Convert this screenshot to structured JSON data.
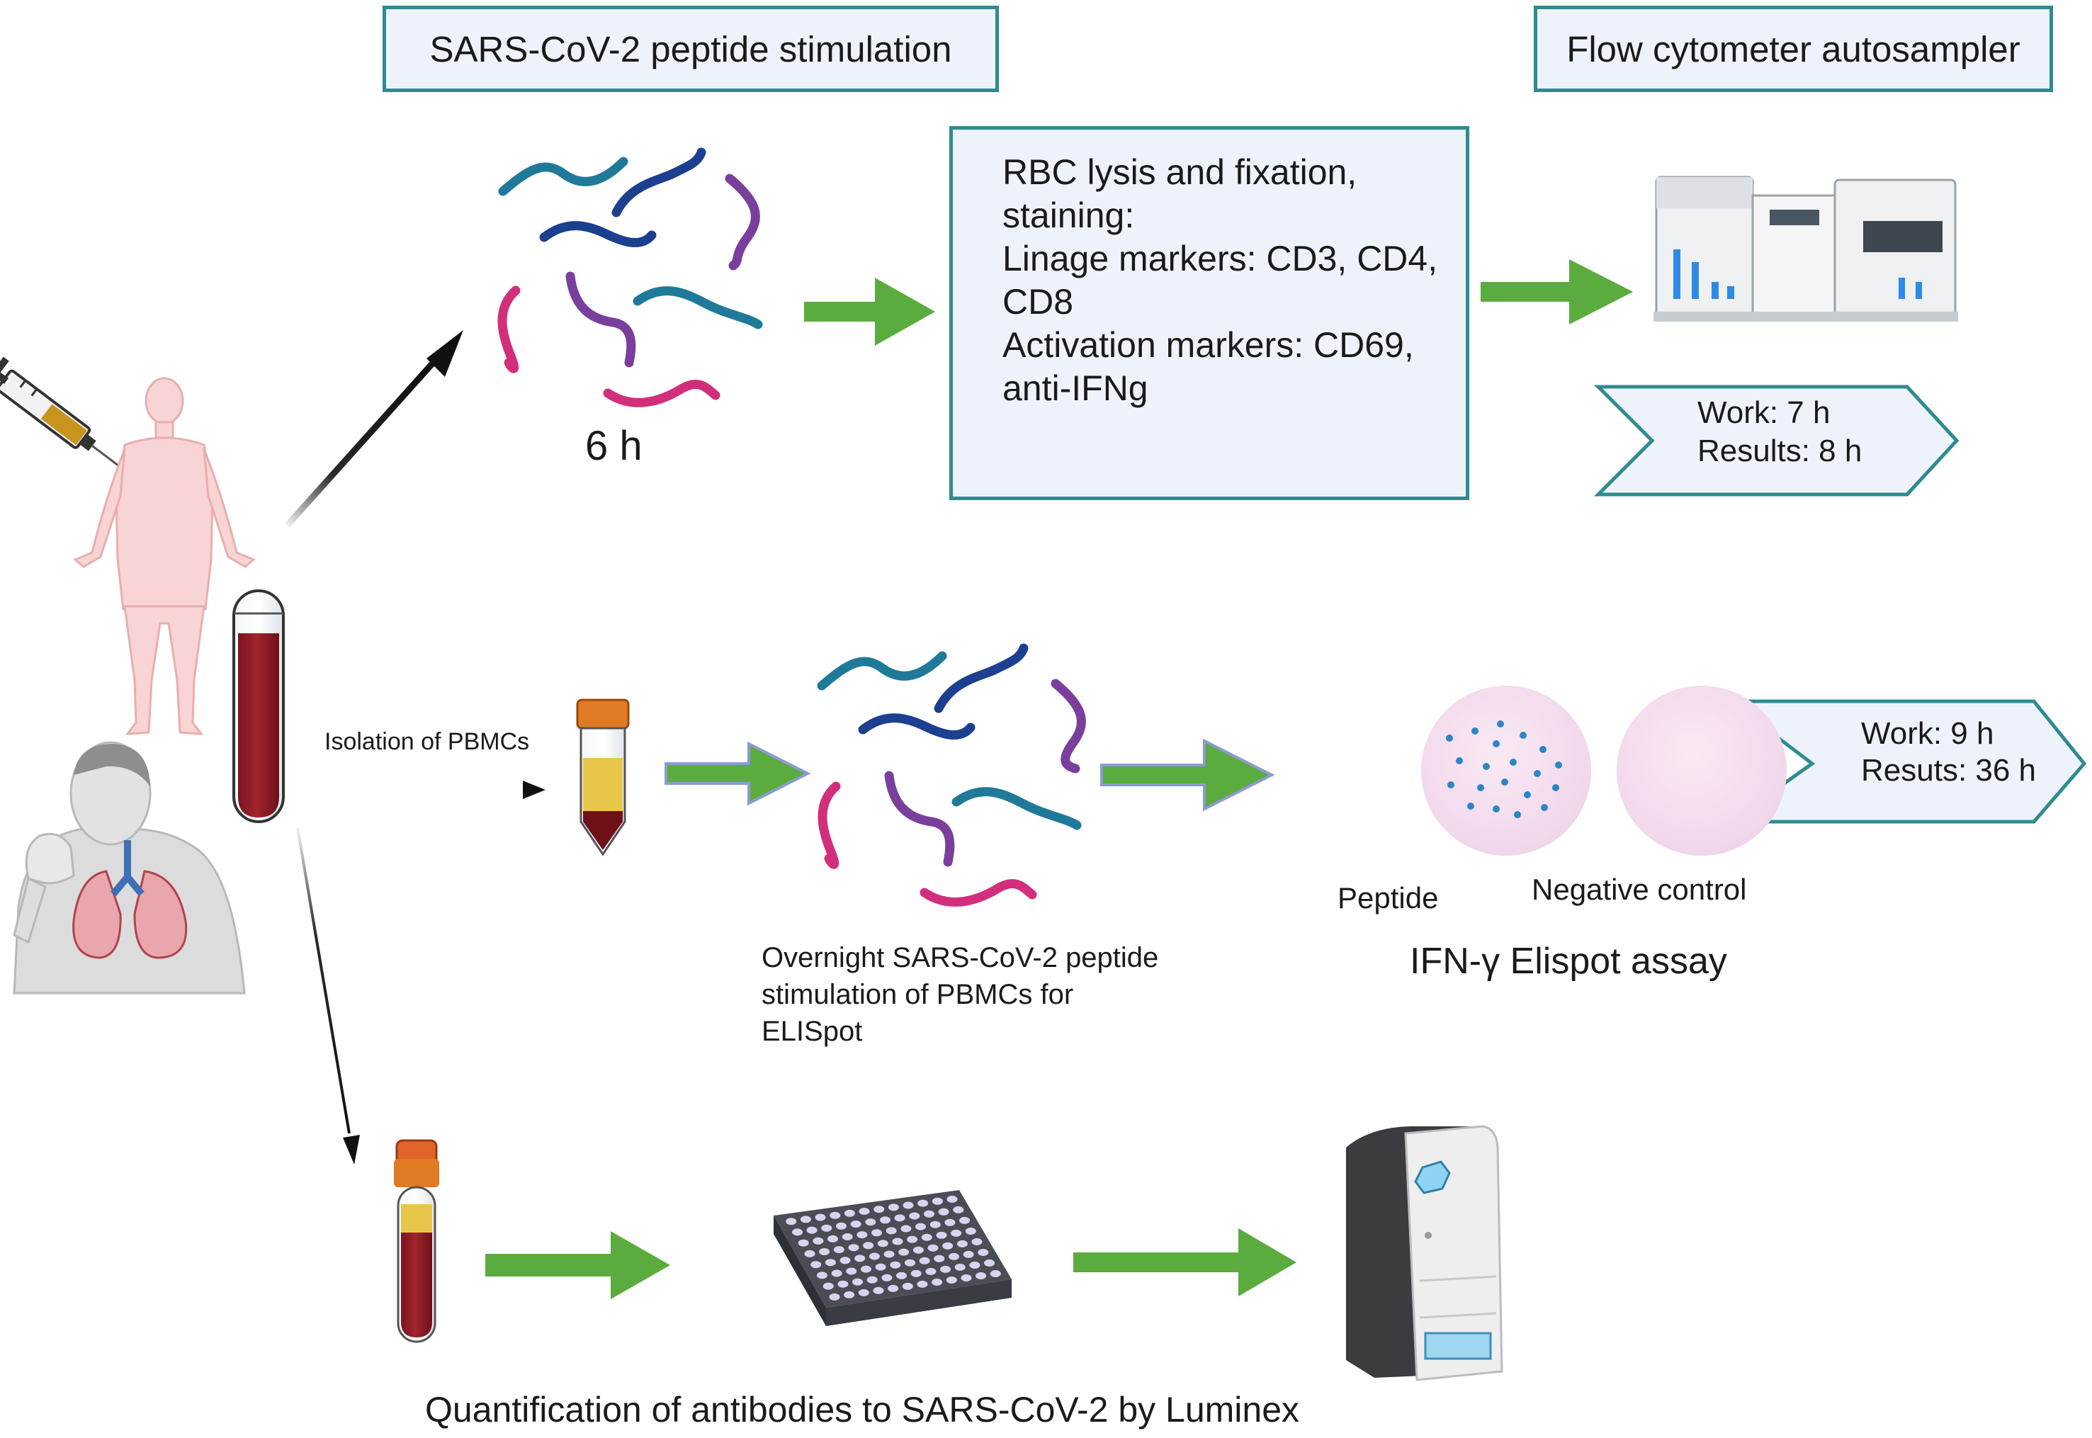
{
  "header_labels": {
    "stimulation": "SARS-CoV-2 peptide stimulation",
    "autosampler": "Flow cytometer autosampler"
  },
  "flow_steps": {
    "duration": "6 h",
    "staining_lines": [
      "RBC lysis and fixation,",
      "staining:",
      "Linage markers: CD3, CD4,",
      "CD8",
      "Activation markers: CD69,",
      "anti-IFNg"
    ],
    "timing": {
      "work": "Work: 7 h",
      "results": "Results: 8 h"
    }
  },
  "elispot": {
    "isolation": "Isolation of PBMCs",
    "stimulation_lines": [
      "Overnight SARS-CoV-2 peptide",
      "stimulation of PBMCs for",
      "ELISpot"
    ],
    "peptide": "Peptide",
    "negative": "Negative control",
    "assay": "IFN-γ Elispot assay",
    "timing": {
      "work": "Work: 9 h",
      "results": "Resuts: 36 h"
    }
  },
  "luminex": {
    "caption": "Quantification of antibodies to SARS-CoV-2 by Luminex"
  },
  "colors": {
    "box_border": "#2e8b8f",
    "box_fill": "#eef3fb",
    "green_arrow": "#5aac3e",
    "blood": "#8e1c24",
    "peptide_teal": "#1f7a99",
    "peptide_navy": "#1c3f8f",
    "peptide_purple": "#7a3f9c",
    "peptide_pink": "#d12f7c"
  }
}
